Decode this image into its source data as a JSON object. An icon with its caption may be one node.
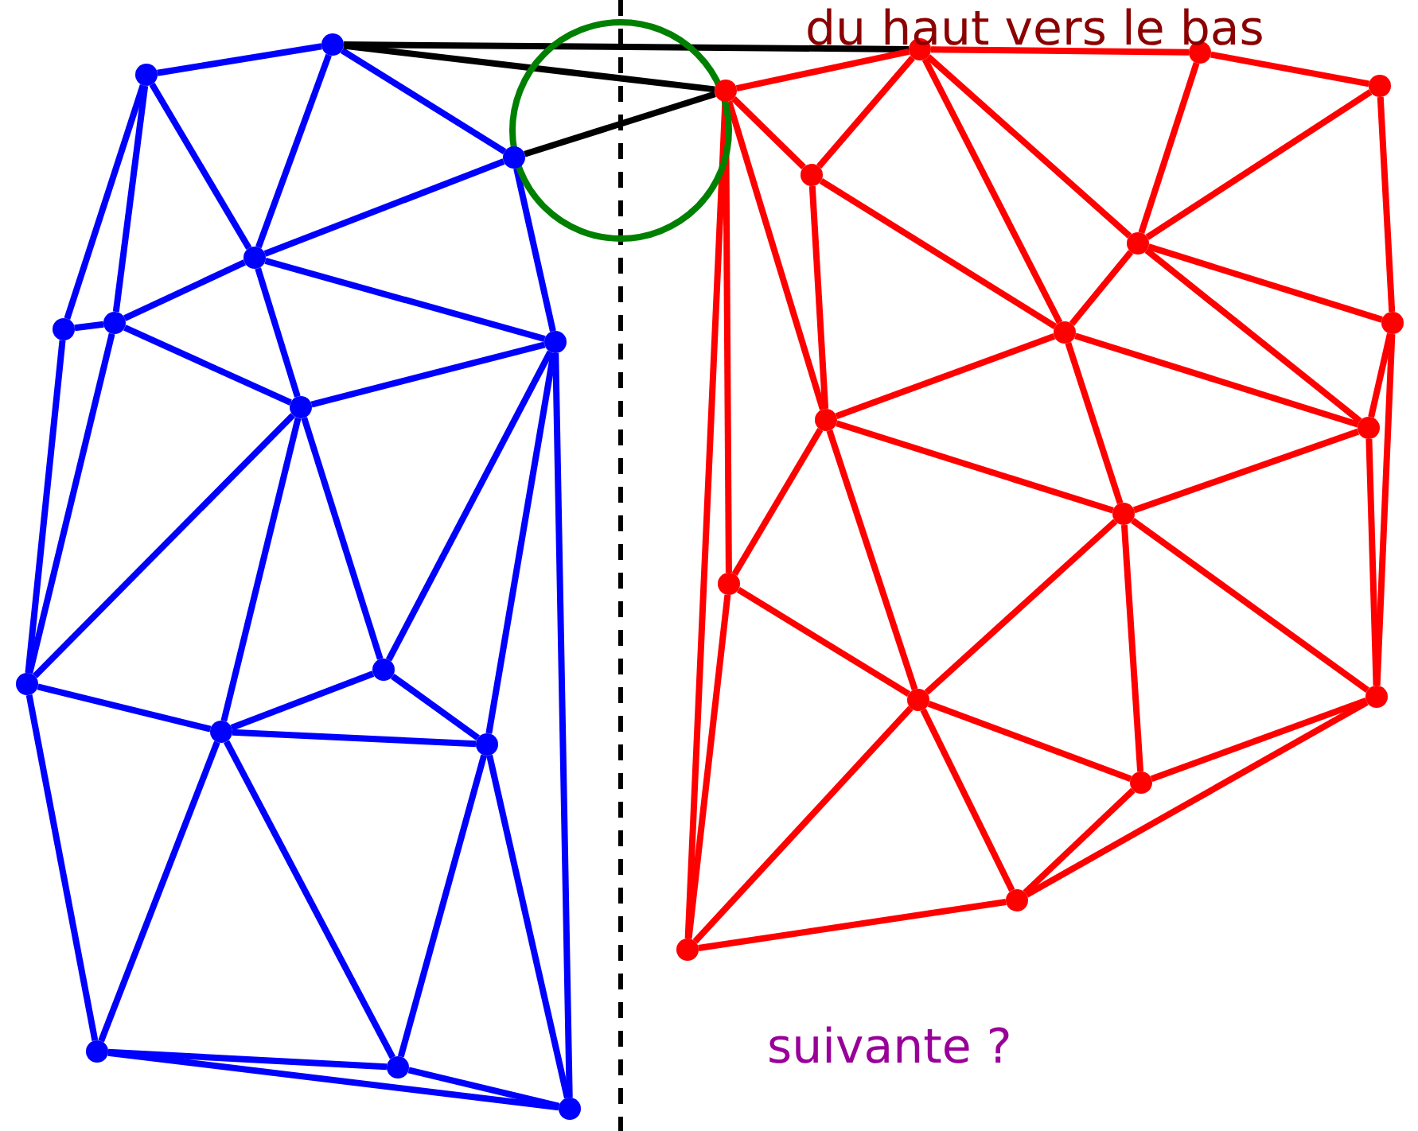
{
  "diagram": {
    "nodes": [
      {
        "text": [],
        "shape": "circle"
      },
      {
        "text": [],
        "shape": "circle"
      },
      {
        "text": [],
        "shape": "circle"
      },
      {
        "text": [],
        "shape": "circle"
      },
      {
        "text": [],
        "shape": "circle"
      },
      {
        "text": [],
        "shape": "circle"
      },
      {
        "text": [],
        "shape": "circle"
      },
      {
        "text": [],
        "shape": "circle"
      },
      {
        "text": [],
        "shape": "circle"
      },
      {
        "text": [],
        "shape": "circle"
      },
      {
        "text": [],
        "shape": "circle"
      },
      {
        "text": [],
        "shape": "circle"
      },
      {
        "text": [],
        "shape": "circle"
      },
      {
        "text": [],
        "shape": "circle"
      },
      {
        "text": [],
        "shape": "circle"
      },
      {
        "text": [],
        "shape": "circle"
      },
      {
        "text": [],
        "shape": "circle"
      },
      {
        "text": [],
        "shape": "circle"
      },
      {
        "text": [],
        "shape": "circle"
      },
      {
        "text": [],
        "shape": "circle"
      },
      {
        "text": [],
        "shape": "circle"
      },
      {
        "text": [],
        "shape": "circle"
      },
      {
        "text": [],
        "shape": "circle"
      },
      {
        "text": [],
        "shape": "circle"
      },
      {
        "text": [],
        "shape": "circle"
      },
      {
        "text": [],
        "shape": "circle"
      },
      {
        "text": [],
        "shape": "circle"
      },
      {
        "text": [],
        "shape": "circle"
      },
      {
        "text": [],
        "shape": "circle"
      },
      {
        "text": [],
        "shape": "circle"
      },
      {
        "text": [],
        "shape": "circle"
      },
      {
        "text": [],
        "shape": "circle"
      }
    ],
    "edges": [
      {
        "from": 0,
        "to": 1,
        "arrow": "none",
        "color": "#0000ff"
      },
      {
        "from": 0,
        "to": 4,
        "arrow": "none",
        "color": "#0000ff"
      },
      {
        "from": 0,
        "to": 5,
        "arrow": "none",
        "color": "#0000ff"
      },
      {
        "from": 0,
        "to": 3,
        "arrow": "none",
        "color": "#0000ff"
      },
      {
        "from": 1,
        "to": 3,
        "arrow": "none",
        "color": "#0000ff"
      },
      {
        "from": 1,
        "to": 2,
        "arrow": "none",
        "color": "#0000ff"
      },
      {
        "from": 2,
        "to": 3,
        "arrow": "none",
        "color": "#0000ff"
      },
      {
        "from": 2,
        "to": 6,
        "arrow": "none",
        "color": "#0000ff"
      },
      {
        "from": 3,
        "to": 5,
        "arrow": "none",
        "color": "#0000ff"
      },
      {
        "from": 3,
        "to": 6,
        "arrow": "none",
        "color": "#0000ff"
      },
      {
        "from": 3,
        "to": 7,
        "arrow": "none",
        "color": "#0000ff"
      },
      {
        "from": 4,
        "to": 5,
        "arrow": "none",
        "color": "#0000ff"
      },
      {
        "from": 4,
        "to": 8,
        "arrow": "none",
        "color": "#0000ff"
      },
      {
        "from": 5,
        "to": 7,
        "arrow": "none",
        "color": "#0000ff"
      },
      {
        "from": 5,
        "to": 8,
        "arrow": "none",
        "color": "#0000ff"
      },
      {
        "from": 6,
        "to": 7,
        "arrow": "none",
        "color": "#0000ff"
      },
      {
        "from": 6,
        "to": 9,
        "arrow": "none",
        "color": "#0000ff"
      },
      {
        "from": 6,
        "to": 11,
        "arrow": "none",
        "color": "#0000ff"
      },
      {
        "from": 6,
        "to": 14,
        "arrow": "none",
        "color": "#0000ff"
      },
      {
        "from": 7,
        "to": 8,
        "arrow": "none",
        "color": "#0000ff"
      },
      {
        "from": 7,
        "to": 10,
        "arrow": "none",
        "color": "#0000ff"
      },
      {
        "from": 7,
        "to": 9,
        "arrow": "none",
        "color": "#0000ff"
      },
      {
        "from": 8,
        "to": 10,
        "arrow": "none",
        "color": "#0000ff"
      },
      {
        "from": 8,
        "to": 12,
        "arrow": "none",
        "color": "#0000ff"
      },
      {
        "from": 9,
        "to": 10,
        "arrow": "none",
        "color": "#0000ff"
      },
      {
        "from": 9,
        "to": 11,
        "arrow": "none",
        "color": "#0000ff"
      },
      {
        "from": 10,
        "to": 11,
        "arrow": "none",
        "color": "#0000ff"
      },
      {
        "from": 10,
        "to": 12,
        "arrow": "none",
        "color": "#0000ff"
      },
      {
        "from": 10,
        "to": 13,
        "arrow": "none",
        "color": "#0000ff"
      },
      {
        "from": 11,
        "to": 13,
        "arrow": "none",
        "color": "#0000ff"
      },
      {
        "from": 11,
        "to": 14,
        "arrow": "none",
        "color": "#0000ff"
      },
      {
        "from": 12,
        "to": 13,
        "arrow": "none",
        "color": "#0000ff"
      },
      {
        "from": 12,
        "to": 14,
        "arrow": "none",
        "color": "#0000ff"
      },
      {
        "from": 13,
        "to": 14,
        "arrow": "none",
        "color": "#0000ff"
      },
      {
        "from": 1,
        "to": 16,
        "arrow": "none",
        "color": "#000000"
      },
      {
        "from": 1,
        "to": 15,
        "arrow": "none",
        "color": "#000000"
      },
      {
        "from": 2,
        "to": 15,
        "arrow": "none",
        "color": "#000000"
      },
      {
        "from": 15,
        "to": 16,
        "arrow": "none"
      },
      {
        "from": 15,
        "to": 19,
        "arrow": "none"
      },
      {
        "from": 15,
        "to": 23,
        "arrow": "none"
      },
      {
        "from": 15,
        "to": 26,
        "arrow": "none"
      },
      {
        "from": 15,
        "to": 31,
        "arrow": "none"
      },
      {
        "from": 16,
        "to": 17,
        "arrow": "none"
      },
      {
        "from": 16,
        "to": 19,
        "arrow": "none"
      },
      {
        "from": 16,
        "to": 20,
        "arrow": "none"
      },
      {
        "from": 16,
        "to": 21,
        "arrow": "none"
      },
      {
        "from": 17,
        "to": 20,
        "arrow": "none"
      },
      {
        "from": 17,
        "to": 18,
        "arrow": "none"
      },
      {
        "from": 18,
        "to": 20,
        "arrow": "none"
      },
      {
        "from": 18,
        "to": 22,
        "arrow": "none"
      },
      {
        "from": 19,
        "to": 23,
        "arrow": "none"
      },
      {
        "from": 19,
        "to": 21,
        "arrow": "none"
      },
      {
        "from": 20,
        "to": 21,
        "arrow": "none"
      },
      {
        "from": 20,
        "to": 22,
        "arrow": "none"
      },
      {
        "from": 20,
        "to": 24,
        "arrow": "none"
      },
      {
        "from": 21,
        "to": 23,
        "arrow": "none"
      },
      {
        "from": 21,
        "to": 24,
        "arrow": "none"
      },
      {
        "from": 21,
        "to": 25,
        "arrow": "none"
      },
      {
        "from": 22,
        "to": 24,
        "arrow": "none"
      },
      {
        "from": 22,
        "to": 28,
        "arrow": "none"
      },
      {
        "from": 23,
        "to": 25,
        "arrow": "none"
      },
      {
        "from": 23,
        "to": 26,
        "arrow": "none"
      },
      {
        "from": 23,
        "to": 27,
        "arrow": "none"
      },
      {
        "from": 24,
        "to": 25,
        "arrow": "none"
      },
      {
        "from": 24,
        "to": 28,
        "arrow": "none"
      },
      {
        "from": 25,
        "to": 27,
        "arrow": "none"
      },
      {
        "from": 25,
        "to": 29,
        "arrow": "none"
      },
      {
        "from": 25,
        "to": 28,
        "arrow": "none"
      },
      {
        "from": 26,
        "to": 27,
        "arrow": "none"
      },
      {
        "from": 26,
        "to": 31,
        "arrow": "none"
      },
      {
        "from": 27,
        "to": 31,
        "arrow": "none"
      },
      {
        "from": 27,
        "to": 29,
        "arrow": "none"
      },
      {
        "from": 27,
        "to": 30,
        "arrow": "none"
      },
      {
        "from": 28,
        "to": 29,
        "arrow": "none"
      },
      {
        "from": 28,
        "to": 30,
        "arrow": "none"
      },
      {
        "from": 29,
        "to": 30,
        "arrow": "none"
      },
      {
        "from": 30,
        "to": 31,
        "arrow": "none"
      }
    ],
    "labels": [
      "du haut vers le bas",
      "suivante ?"
    ]
  }
}
